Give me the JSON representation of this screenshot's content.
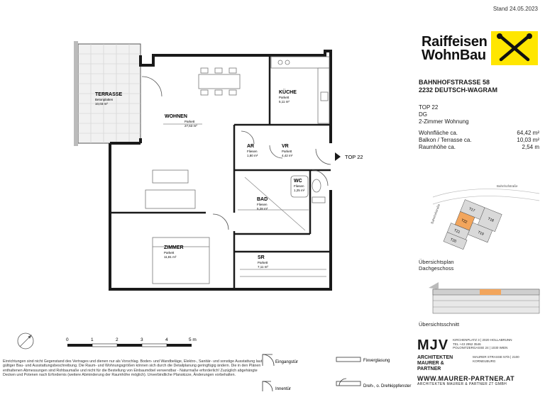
{
  "stand": "Stand 24.05.2023",
  "logo": {
    "line1": "Raiffeisen",
    "line2": "WohnBau"
  },
  "address": {
    "street": "BAHNHOFSTRASSE 58",
    "city": "2232 DEUTSCH-WAGRAM"
  },
  "unit": {
    "top": "TOP   22",
    "floor": "DG",
    "type": "2-Zimmer Wohnung"
  },
  "metrics": [
    {
      "label": "Wohnfläche ca.",
      "value": "64,42 m²"
    },
    {
      "label": "Balkon / Terrasse ca.",
      "value": "10,03 m²"
    },
    {
      "label": "Raumhöhe ca.",
      "value": "2,54 m"
    }
  ],
  "rooms": {
    "terrasse": {
      "name": "TERRASSE",
      "floor": "Betonplatten",
      "area": "10,03 m²"
    },
    "wohnen": {
      "name": "WOHNEN",
      "floor": "Parkett",
      "area": "27,63 m²"
    },
    "kueche": {
      "name": "KÜCHE",
      "floor": "Parkett",
      "area": "5,11 m²"
    },
    "ar": {
      "name": "AR",
      "floor": "Fliesen",
      "area": "1,80 m²"
    },
    "vr": {
      "name": "VR",
      "floor": "Parkett",
      "area": "4,42 m²"
    },
    "wc": {
      "name": "WC",
      "floor": "Fliesen",
      "area": "1,25 m²"
    },
    "bad": {
      "name": "BAD",
      "floor": "Fliesen",
      "area": "5,28 m²"
    },
    "zimmer": {
      "name": "ZIMMER",
      "floor": "Parkett",
      "area": "11,81 m²"
    },
    "sr": {
      "name": "SR",
      "floor": "Parkett",
      "area": "7,11 m²"
    }
  },
  "top_label": "TOP 22",
  "overview": {
    "caption1": "Übersichtsplan",
    "caption2": "Dachgeschoss",
    "street": "Bahnhofstraße",
    "street2": "Bahnhofstraße",
    "units": [
      "T17",
      "T18",
      "T22",
      "T19",
      "T21",
      "T20"
    ]
  },
  "section_caption": "Übersichtsschnitt",
  "scale": {
    "ticks": [
      "0",
      "1",
      "2",
      "3",
      "4",
      "5 m"
    ]
  },
  "disclaimer": "Einrichtungen sind nicht Gegenstand des Vertrages und dienen nur als Vorschlag. Boden- und Wandbeläge, Elektro-, Sanitär- und sonstige Ausstattung laut gültiger Bau- und Ausstattungsbeschreibung. Die Raum- und Wohnungsgrößen können sich durch die Detailplanung geringfügig ändern. Die in den Plänen enthaltenen Abmessungen sind Rohbaumaße und nicht für die Bestellung von Einbaumöbel verwendbar - Naturmaße erforderlich! Zuzüglich abgehängte Decken und Potenen nach Erfordernis (weitere Abminderung der Raumhöhe möglich). Unverbindliche Planskizze, Änderungen vorbehalten.",
  "legend": {
    "entrance": "Eingangstür",
    "interior": "Innentür",
    "fixed": "Fixverglasung",
    "tilt": "Dreh-, o. Drehkippfenster"
  },
  "architect": {
    "logo": "MJV",
    "line1": "ARCHITEKTEN",
    "line2": "MAURER & PARTNER",
    "addr1": "KIRCHENPLATZ 3 | 2020 HOLLABRUNN",
    "addr2": "TEL +43 2952 3546",
    "addr3": "POLONITZERGASSE 24 | 1030 WIEN",
    "addr4": "MAURER STRASSE 57/6 | 2100 KORNEUBURG",
    "url": "WWW.MAURER-PARTNER.AT",
    "sub": "ARCHITEKTEN MAURER & PARTNER ZT GMBH"
  }
}
